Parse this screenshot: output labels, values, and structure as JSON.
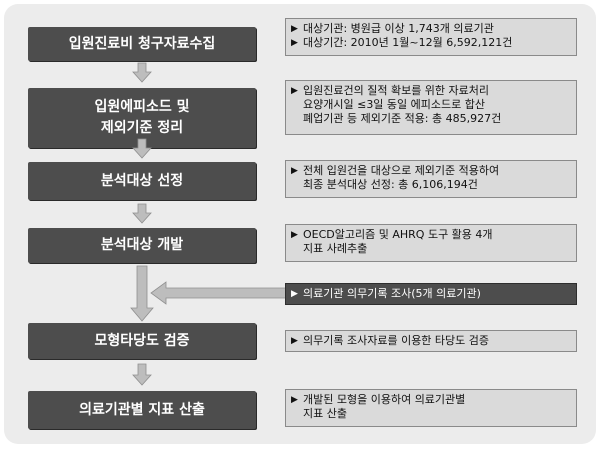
{
  "steps": [
    {
      "label": "입원진료비 청구자료수집"
    },
    {
      "label_lines": [
        "입원에피소드 및",
        "제외기준 정리"
      ]
    },
    {
      "label": "분석대상 선정"
    },
    {
      "label": "분석대상 개발"
    },
    {
      "label": "모형타당도 검증"
    },
    {
      "label": "의료기관별 지표 산출"
    }
  ],
  "notes": [
    {
      "lines": [
        "대상기관: 병원급 이상 1,743개 의료기관",
        "대상기간: 2010년 1월~12월 6,592,121건"
      ]
    },
    {
      "lines": [
        "입원진료건의 질적 확보를 위한 자료처리",
        "요양개시일 ≤3일 동일 에피소드로 합산",
        "폐업기관 등 제외기준 적용: 총 485,927건"
      ]
    },
    {
      "lines": [
        "전체 입원건을 대상으로 제외기준 적용하여",
        "최종 분석대상 선정: 총 6,106,194건"
      ]
    },
    {
      "lines": [
        "OECD알고리즘 및 AHRQ 도구 활용 4개",
        "지표 사례추출"
      ]
    },
    {
      "lines": [
        "의료기관 의무기록 조사(5개 의료기관)"
      ]
    },
    {
      "lines": [
        "의무기록 조사자료를 이용한 타당도 검증"
      ]
    },
    {
      "lines": [
        "개발된 모형을 이용하여 의료기관별",
        "지표 산출"
      ]
    }
  ],
  "bullet_symbol": "▶",
  "colors": {
    "step_fill": "#4d4d4d",
    "note_fill": "#dadada",
    "arrow_fill": "#bdbdbd"
  }
}
